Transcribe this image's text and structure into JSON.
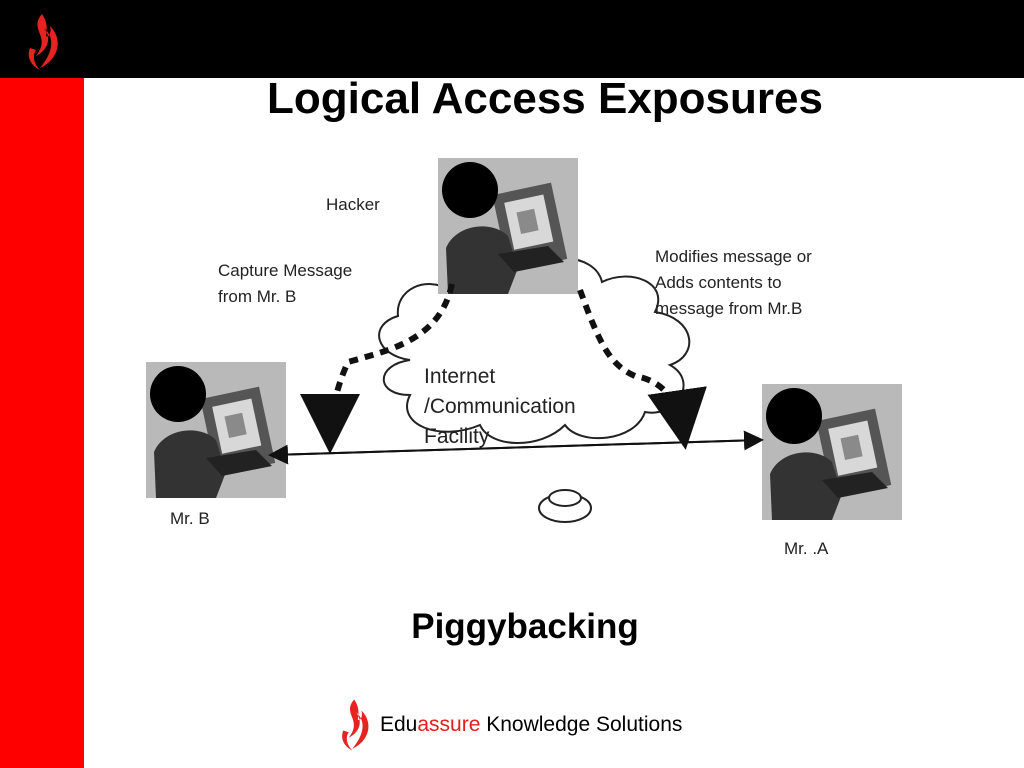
{
  "slide": {
    "title": "Logical Access Exposures",
    "subtitle": "Piggybacking"
  },
  "diagram": {
    "hacker_label": "Hacker",
    "capture_label_line1": "Capture Message",
    "capture_label_line2": "from Mr. B",
    "modify_label_line1": "Modifies message or",
    "modify_label_line2": "Adds contents to",
    "modify_label_line3": "message from Mr.B",
    "cloud_line1": "Internet",
    "cloud_line2": "/Communication",
    "cloud_line3": "Facility",
    "left_person_label": "Mr. B",
    "right_person_label": "Mr. .A"
  },
  "footer": {
    "brand_part1": "Edu",
    "brand_part2": "assure",
    "brand_part3": " Knowledge Solutions"
  },
  "colors": {
    "accent_red": "#ff0000",
    "brand_red": "#e0201d",
    "topbar": "#000000"
  },
  "icons": [
    "flame-logo-icon",
    "person-at-computer-icon",
    "cloud-icon",
    "telephone-icon"
  ]
}
